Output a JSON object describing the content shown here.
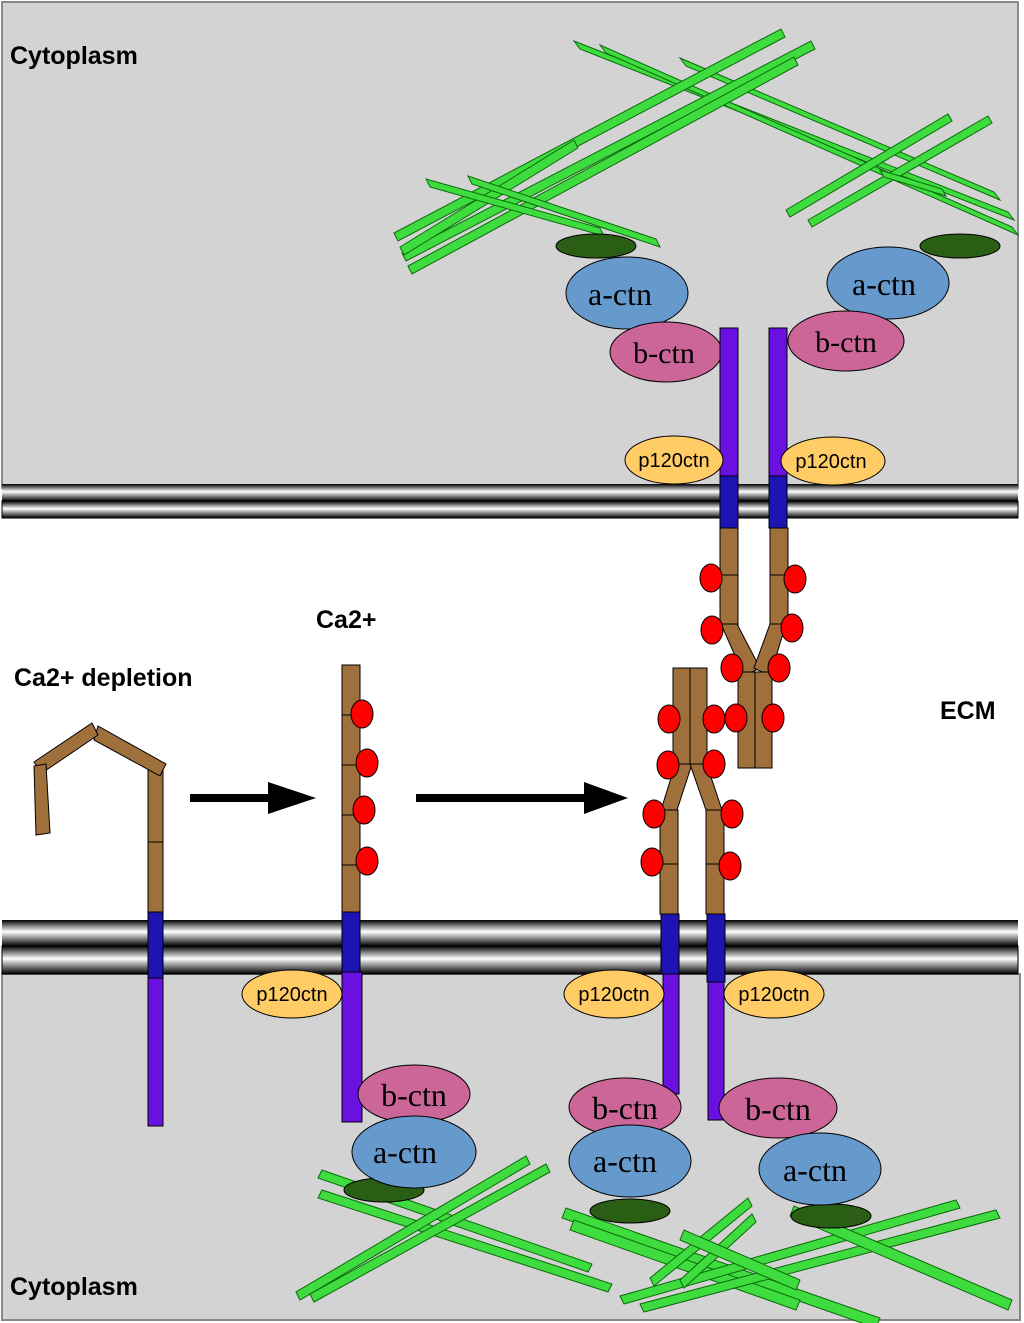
{
  "labels": {
    "cytoplasm_top": "Cytoplasm",
    "cytoplasm_bottom": "Cytoplasm",
    "ecm": "ECM",
    "ca_depletion": "Ca2+ depletion",
    "ca": "Ca2+"
  },
  "proteins": {
    "alpha_catenin": "a-ctn",
    "beta_catenin": "b-ctn",
    "p120": "p120ctn"
  },
  "colors": {
    "cytoplasm": "#d3d3d3",
    "actin": "#3fdc3f",
    "alpha_catenin": "#6699cc",
    "beta_catenin": "#cc6699",
    "p120": "#ffcc66",
    "cadherin_cyto": "#6a10e0",
    "cadherin_tm": "#1e14b4",
    "cadherin_ecto": "#a0703c",
    "calcium": "#ff0000",
    "anchor": "#2a5e14"
  }
}
